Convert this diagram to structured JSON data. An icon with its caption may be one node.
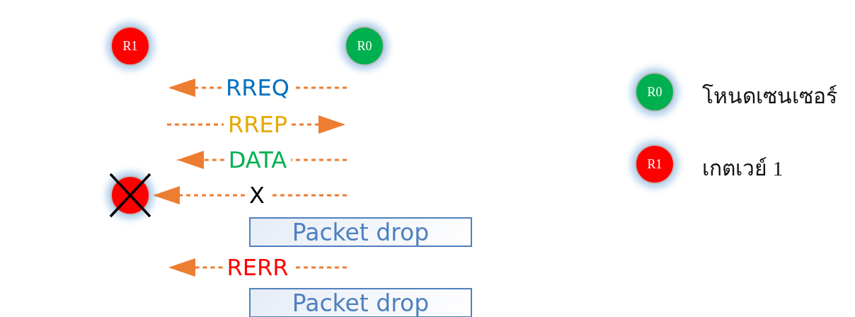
{
  "diagram": {
    "nodes": [
      {
        "text": [
          "R1"
        ]
      },
      {
        "text": [
          "R0"
        ]
      },
      {
        "text": [],
        "shape": "circle"
      },
      {
        "text": [
          "RREQ"
        ]
      },
      {
        "text": [
          "RREP"
        ]
      },
      {
        "text": [
          "DATA"
        ]
      },
      {
        "text": [
          "X"
        ]
      },
      {
        "text": [
          "Packet drop"
        ]
      },
      {
        "text": [
          "RERR"
        ]
      },
      {
        "text": [
          "Packet drop"
        ]
      },
      {
        "text": [
          "R0"
        ],
        "beside": [
          "โหนดเซนเซอร์"
        ]
      },
      {
        "text": [
          "R1"
        ],
        "beside": [
          "เกตเวย์ 1"
        ]
      }
    ],
    "edges": [
      {
        "from": null,
        "to": 3,
        "arrow": "none",
        "style": "dashed"
      },
      {
        "from": 3,
        "to": null,
        "arrow": "to",
        "style": "dashed"
      },
      {
        "from": null,
        "to": 4,
        "arrow": "none",
        "style": "dashed"
      },
      {
        "from": 4,
        "to": null,
        "arrow": "to",
        "style": "dashed"
      },
      {
        "from": null,
        "to": 5,
        "arrow": "none",
        "style": "dashed"
      },
      {
        "from": 5,
        "to": null,
        "arrow": "to",
        "style": "dashed"
      },
      {
        "from": null,
        "to": 6,
        "arrow": "none",
        "style": "dashed"
      },
      {
        "from": 6,
        "to": 2,
        "arrow": "to",
        "style": "dashed"
      },
      {
        "from": null,
        "to": 8,
        "arrow": "none",
        "style": "dashed"
      },
      {
        "from": 8,
        "to": null,
        "arrow": "to",
        "style": "dashed"
      }
    ]
  }
}
